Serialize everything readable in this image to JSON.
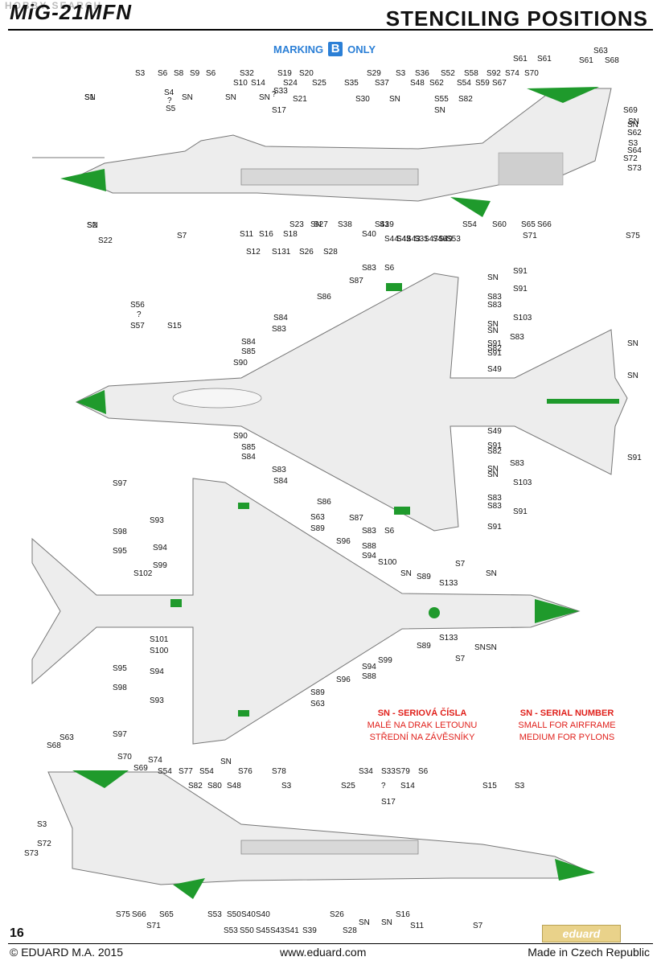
{
  "header": {
    "aircraft_title": "MiG-21MFN",
    "section_title": "STENCILING POSITIONS",
    "watermark": "HOBBY SEARCH",
    "marking_prefix": "MARKING",
    "marking_letter": "B",
    "marking_suffix": "ONLY"
  },
  "colors": {
    "callout_line": "#e0201b",
    "marking_blue": "#2b7fd6",
    "nose_green": "#1f9a2c",
    "airframe_grey": "#e9e9e9",
    "outline": "#777777"
  },
  "side_view_top": {
    "labels": [
      "S1",
      "S2",
      "S22",
      "S3",
      "S6",
      "S8",
      "S9",
      "S6",
      "S4",
      "?",
      "S5",
      "SN",
      "S7",
      "S32",
      "S10",
      "S14",
      "SN",
      "SN",
      "S19",
      "S20",
      "S24",
      "S33",
      "?",
      "S17",
      "S21",
      "S25",
      "S35",
      "S29",
      "S37",
      "S30",
      "S3",
      "S36",
      "S48",
      "SN",
      "S52",
      "S58",
      "S92",
      "S74",
      "S70",
      "S62",
      "S54",
      "S59",
      "S67",
      "S61",
      "S61",
      "S63",
      "S61",
      "S68",
      "S55",
      "SN",
      "S82",
      "S69",
      "SN",
      "S62",
      "S3",
      "S64",
      "S72",
      "S73",
      "S11",
      "S16",
      "S18",
      "S23",
      "S27",
      "SN",
      "S38",
      "S40",
      "S39",
      "S41",
      "S12",
      "S131",
      "S26",
      "S28",
      "S44",
      "S45",
      "S42",
      "S43",
      "S31",
      "S47",
      "S46",
      "S49",
      "S53",
      "S54",
      "S60",
      "S65",
      "S71",
      "S66",
      "S75",
      "SN",
      "SN",
      "SN"
    ]
  },
  "top_view": {
    "labels": [
      "S56",
      "?",
      "S57",
      "S15",
      "S86",
      "S84",
      "S83",
      "S84",
      "S85",
      "S90",
      "S87",
      "S83",
      "S6",
      "S91",
      "SN",
      "S91",
      "S83",
      "S83",
      "S103",
      "SN",
      "SN",
      "S83",
      "S91",
      "S82",
      "S49",
      "S91",
      "SN",
      "S90",
      "S85",
      "S84",
      "S83",
      "S84",
      "S86",
      "S87",
      "S83",
      "S6",
      "S49",
      "S91",
      "S82",
      "S83",
      "SN",
      "S103",
      "SN",
      "S83",
      "S83",
      "S91",
      "S91",
      "SN",
      "S91"
    ]
  },
  "bottom_view": {
    "labels": [
      "S97",
      "S93",
      "S98",
      "S95",
      "S102",
      "S94",
      "S99",
      "S63",
      "S89",
      "S96",
      "S88",
      "S94",
      "S100",
      "SN",
      "S89",
      "S133",
      "S7",
      "SN",
      "SN",
      "S101",
      "S100",
      "S95",
      "S94",
      "S98",
      "S93",
      "S97",
      "S133",
      "S89",
      "S99",
      "S94",
      "S88",
      "S96",
      "S89",
      "S63",
      "S7",
      "SN"
    ]
  },
  "side_view_bottom": {
    "labels": [
      "S63",
      "S68",
      "S70",
      "S69",
      "S74",
      "S54",
      "S77",
      "S82",
      "S54",
      "SN",
      "S80",
      "S48",
      "S76",
      "S78",
      "S3",
      "S25",
      "S34",
      "S33",
      "?",
      "S17",
      "S79",
      "S14",
      "S6",
      "S15",
      "S3",
      "S3",
      "S72",
      "S73",
      "S75",
      "S66",
      "S71",
      "S65",
      "S53",
      "S50",
      "S40",
      "S40",
      "S53",
      "S50",
      "S45",
      "S43",
      "S41",
      "S39",
      "S26",
      "SN",
      "SN",
      "S28",
      "S16",
      "S11",
      "S7"
    ]
  },
  "legend": {
    "cz_title": "SN - SERIOVÁ ČÍSLA",
    "cz_line1": "MALÉ NA DRAK LETOUNU",
    "cz_line2": "STŘEDNÍ NA ZÁVĚSNÍKY",
    "en_title": "SN - SERIAL NUMBER",
    "en_line1": "SMALL FOR AIRFRAME",
    "en_line2": "MEDIUM FOR PYLONS"
  },
  "footer": {
    "page_number": "16",
    "copyright": "© EDUARD  M.A. 2015",
    "url": "www.eduard.com",
    "made_in": "Made in Czech Republic",
    "logo": "eduard"
  }
}
